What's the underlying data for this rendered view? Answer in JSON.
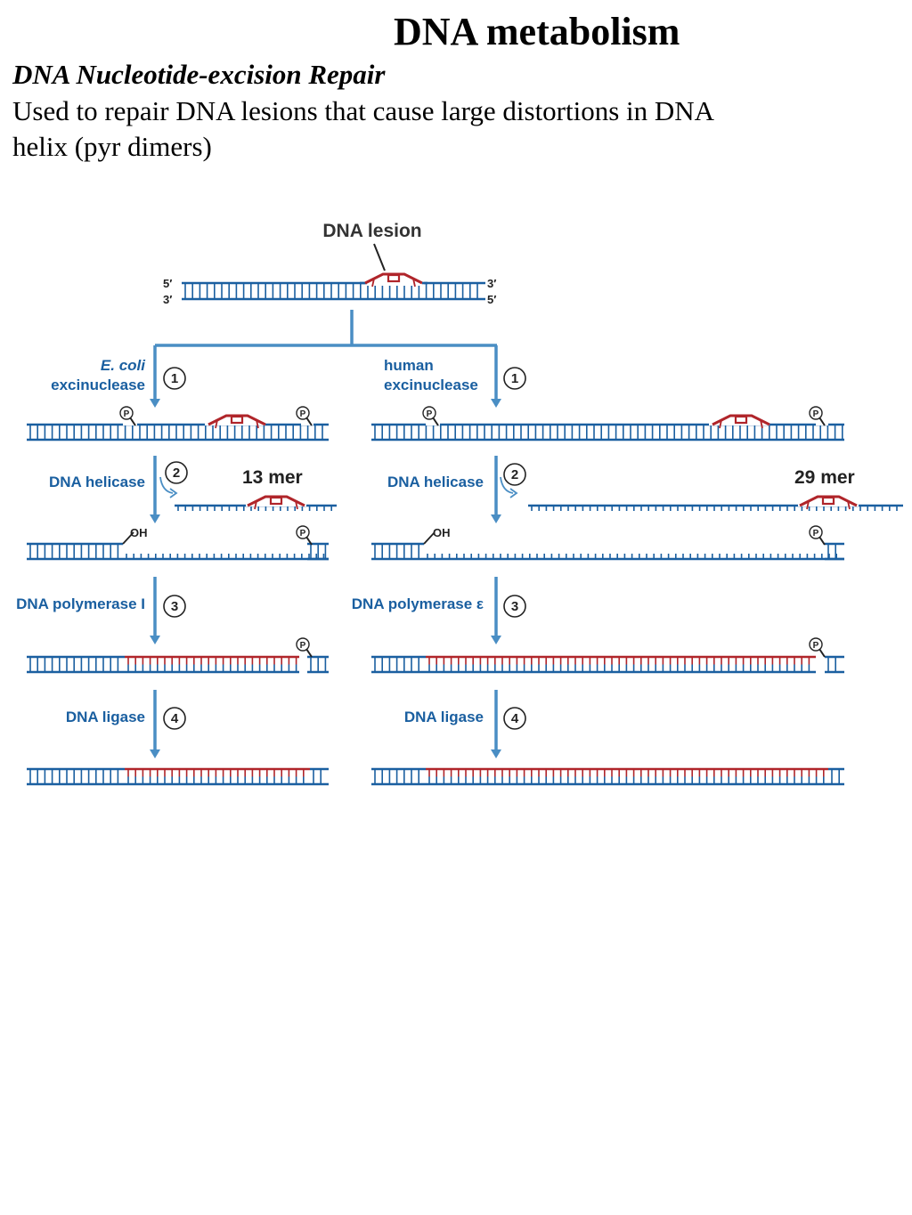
{
  "header": {
    "title": "DNA metabolism",
    "subtitle": "DNA Nucleotide-excision Repair",
    "description_line1": "Used to repair DNA lesions that cause large distortions in DNA",
    "description_line2": "helix (pyr dimers)"
  },
  "diagram": {
    "lesion_label": "DNA lesion",
    "end_5": "5′",
    "end_3": "3′",
    "ecoli": {
      "step1_label_line1": "E. coli",
      "step1_label_line2": "excinuclease",
      "step2_label": "DNA helicase",
      "excised_label": "13 mer",
      "step3_label": "DNA polymerase I",
      "step4_label": "DNA ligase"
    },
    "human": {
      "step1_label_line1": "human",
      "step1_label_line2": "excinuclease",
      "step2_label": "DNA helicase",
      "excised_label": "29 mer",
      "step3_label": "DNA polymerase ε",
      "step4_label": "DNA ligase"
    },
    "step_numbers": [
      "1",
      "2",
      "3",
      "4"
    ],
    "phosphate_symbol": "P",
    "hydroxyl_label": "OH",
    "colors": {
      "dna": "#1a5fa0",
      "lesion": "#b0252a",
      "arrow": "#4a8ec4",
      "label": "#1a5fa0"
    }
  }
}
